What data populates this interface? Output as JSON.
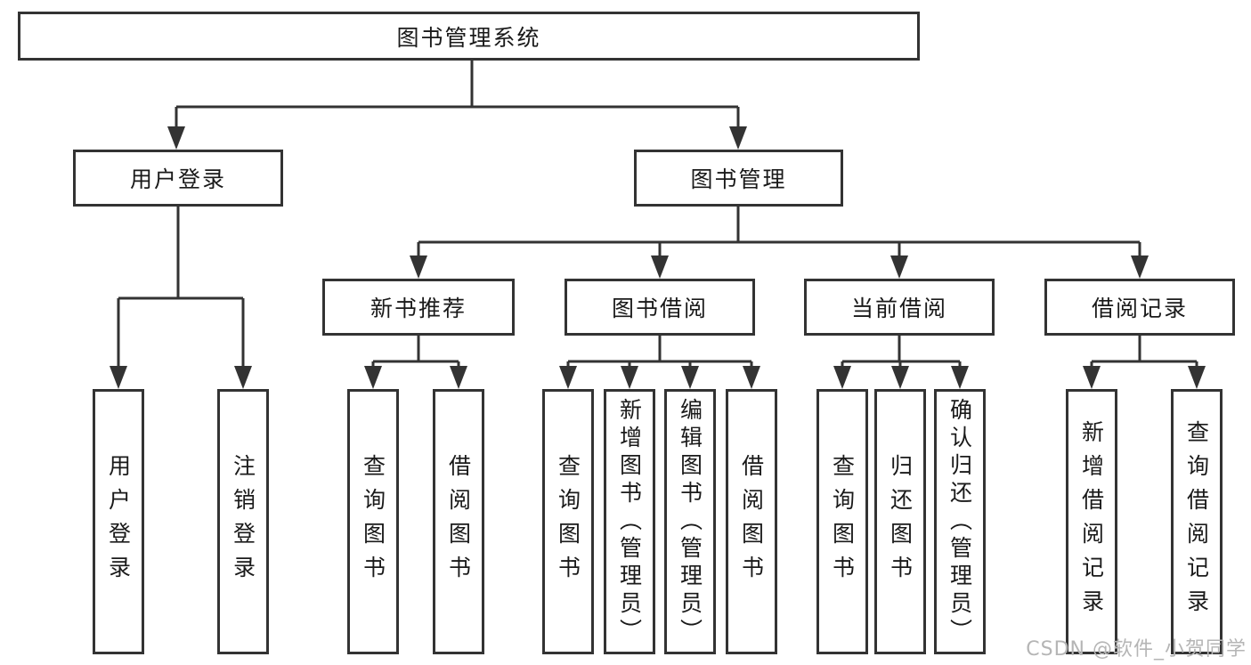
{
  "colors": {
    "line": "#333333",
    "text": "#1a1a1a",
    "watermark": "#b5b5b5",
    "background": "#ffffff"
  },
  "watermark": {
    "text": "CSDN @软件_小贺同学"
  },
  "tree": {
    "root": {
      "label": "图书管理系统"
    },
    "login": {
      "label": "用户登录",
      "children": [
        {
          "label": "用户登录"
        },
        {
          "label": "注销登录"
        }
      ]
    },
    "mgmt": {
      "label": "图书管理",
      "sections": [
        {
          "label": "新书推荐",
          "children": [
            {
              "label": "查询图书"
            },
            {
              "label": "借阅图书"
            }
          ]
        },
        {
          "label": "图书借阅",
          "children": [
            {
              "label": "查询图书"
            },
            {
              "label": "新增图书（管理员）"
            },
            {
              "label": "编辑图书（管理员）"
            },
            {
              "label": "借阅图书"
            }
          ]
        },
        {
          "label": "当前借阅",
          "children": [
            {
              "label": "查询图书"
            },
            {
              "label": "归还图书"
            },
            {
              "label": "确认归还（管理员）"
            }
          ]
        },
        {
          "label": "借阅记录",
          "children": [
            {
              "label": "新增借阅记录"
            },
            {
              "label": "查询借阅记录"
            }
          ]
        }
      ]
    }
  }
}
